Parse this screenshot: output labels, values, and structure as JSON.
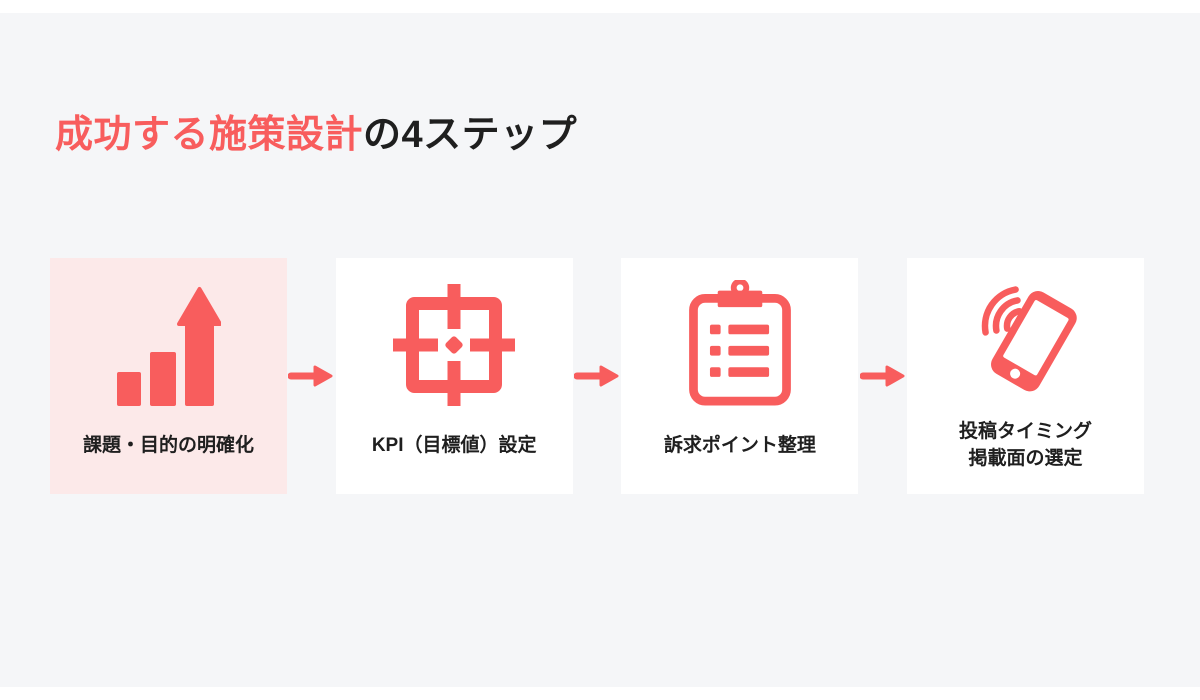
{
  "title": {
    "highlight": "成功する施策設計",
    "rest": "の4ステップ"
  },
  "colors": {
    "accent": "#f85d5d",
    "card_highlight_bg": "#fce9e9",
    "card_bg": "#ffffff",
    "canvas_bg": "#f5f6f8",
    "page_bg": "#ffffff",
    "text": "#1f1f1f"
  },
  "steps": [
    {
      "label": "課題・目的の明確化",
      "icon": "bar-chart-growth-icon",
      "highlighted": true
    },
    {
      "label": "KPI（目標値）設定",
      "icon": "target-crosshair-icon",
      "highlighted": false
    },
    {
      "label": "訴求ポイント整理",
      "icon": "clipboard-checklist-icon",
      "highlighted": false
    },
    {
      "label": "投稿タイミング",
      "label_line2": "掲載面の選定",
      "icon": "smartphone-broadcast-icon",
      "highlighted": false
    }
  ],
  "connector": {
    "icon": "arrow-right-icon"
  }
}
